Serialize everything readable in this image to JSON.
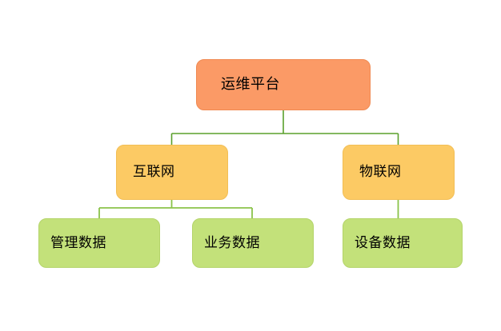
{
  "diagram": {
    "type": "tree",
    "title": "",
    "background_color": "#FFFFFF",
    "connector_color": "#5AA02C",
    "levels": [
      {
        "level": 1,
        "fill_color": "#FB9A66",
        "border_color": "#F08A52"
      },
      {
        "level": 2,
        "fill_color": "#FCCA64",
        "border_color": "#F2BE55"
      },
      {
        "level": 3,
        "fill_color": "#C3E17A",
        "border_color": "#B4D46A"
      }
    ],
    "nodes": {
      "root": {
        "label": "运维平台",
        "level": 1
      },
      "internet": {
        "label": "互联网",
        "level": 2
      },
      "iot": {
        "label": "物联网",
        "level": 2
      },
      "management_data": {
        "label": "管理数据",
        "level": 3
      },
      "business_data": {
        "label": "业务数据",
        "level": 3
      },
      "device_data": {
        "label": "设备数据",
        "level": 3
      }
    },
    "edges": [
      {
        "from": "root",
        "to": "internet"
      },
      {
        "from": "root",
        "to": "iot"
      },
      {
        "from": "internet",
        "to": "management_data"
      },
      {
        "from": "internet",
        "to": "business_data"
      },
      {
        "from": "iot",
        "to": "device_data"
      }
    ]
  }
}
